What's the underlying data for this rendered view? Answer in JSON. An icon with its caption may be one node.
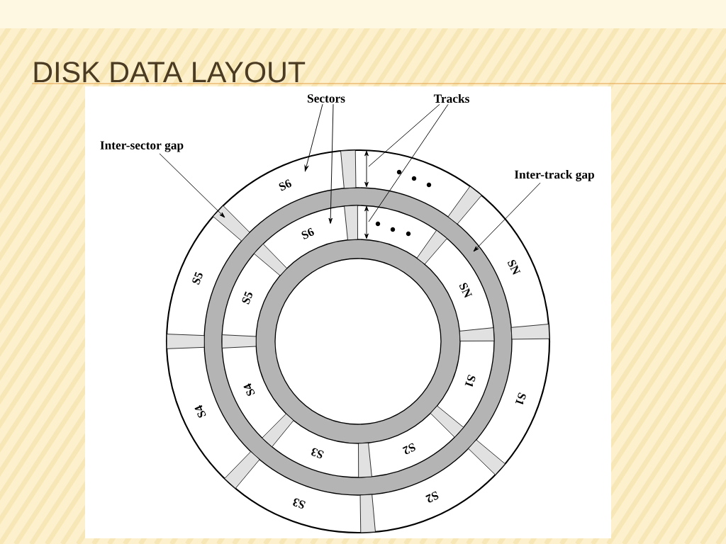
{
  "diagram": {
    "title": "DISK DATA LAYOUT",
    "nodes": [
      {
        "text": [
          "Sectors"
        ]
      },
      {
        "text": [
          "Tracks"
        ]
      },
      {
        "text": [
          "Inter-sector gap"
        ]
      },
      {
        "text": [
          "Inter-track gap"
        ]
      }
    ],
    "edges": [
      {
        "from": 0,
        "to": null,
        "arrow": "to"
      },
      {
        "from": 0,
        "to": null,
        "arrow": "to"
      },
      {
        "from": 1,
        "to": null,
        "arrow": "none"
      },
      {
        "from": 1,
        "to": null,
        "arrow": "none"
      },
      {
        "from": 2,
        "to": null,
        "arrow": "to"
      },
      {
        "from": 3,
        "to": null,
        "arrow": "to"
      }
    ],
    "labels": [
      "S6",
      "S6",
      "SN",
      "S5",
      "S5",
      "SN",
      "S4",
      "S1",
      "S1",
      "S4",
      "S3",
      "S2",
      "S2",
      "S3"
    ]
  }
}
